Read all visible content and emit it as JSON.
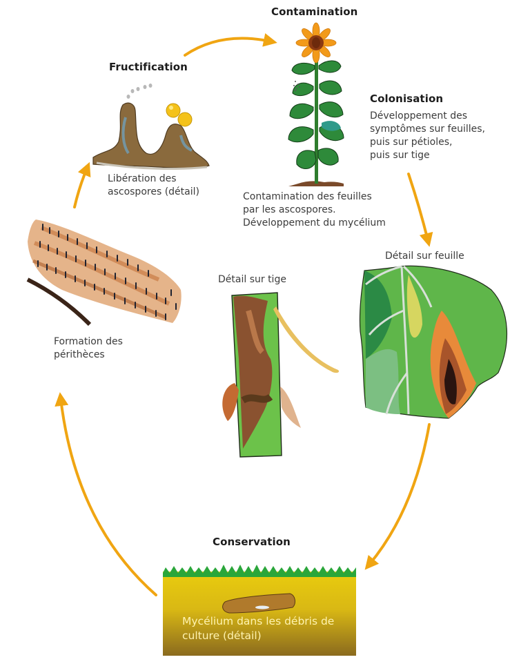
{
  "diagram": {
    "description": "Cycle de développement d'un champignon pathogène du tournesol",
    "accent_color": "#f0a512",
    "stages": {
      "contamination": {
        "title": "Contamination",
        "caption_lines": [
          "Contamination des feuilles",
          "par les ascospores.",
          "Développement du mycélium"
        ]
      },
      "colonisation": {
        "title": "Colonisation",
        "caption_lines": [
          "Développement des",
          "symptômes sur feuilles,",
          "puis sur pétioles,",
          "puis sur tige"
        ]
      },
      "leaf_detail": {
        "caption": "Détail sur feuille"
      },
      "stem_detail": {
        "caption": "Détail sur tige"
      },
      "conservation": {
        "title": "Conservation",
        "caption_lines": [
          "Mycélium dans les débris de",
          "culture (détail)"
        ]
      },
      "perithecia": {
        "caption_lines": [
          "Formation des",
          "périthèces"
        ]
      },
      "fructification": {
        "title": "Fructification",
        "caption_lines": [
          "Libération des",
          "ascospores (détail)"
        ]
      }
    },
    "cycle_order": [
      "Fructification",
      "Contamination",
      "Colonisation",
      "Conservation",
      "Formation des périthèces",
      "Fructification"
    ]
  }
}
